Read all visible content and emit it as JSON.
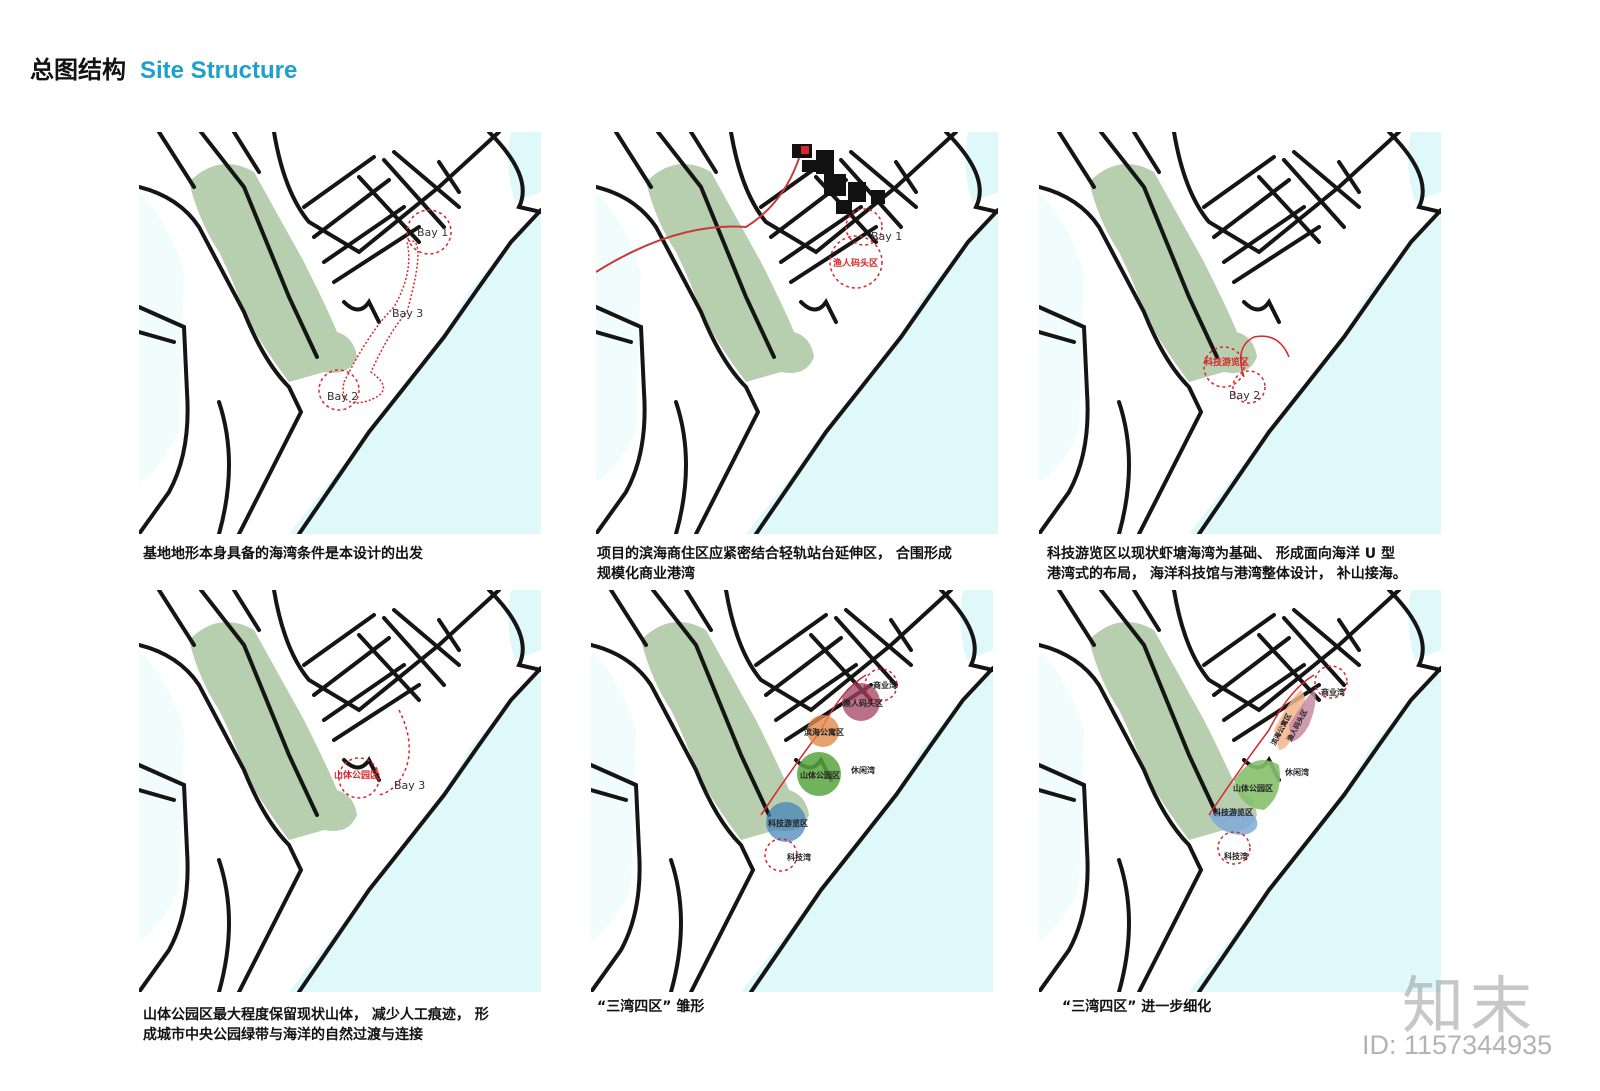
{
  "header": {
    "title_cn": "总图结构",
    "title_en": "Site Structure"
  },
  "panels": [
    {
      "caption": [
        "基地地形本身具备的海湾条件是本设计的出发"
      ],
      "labels": {
        "bay1": "Bay 1",
        "bay3": "Bay 3",
        "bay2": "Bay 2"
      }
    },
    {
      "caption": [
        "项目的滨海商住区应紧密结合轻轨站台延伸区， 合围形成",
        "规模化商业港湾"
      ],
      "labels": {
        "bay1": "Bay 1",
        "zone": "渔人码头区"
      }
    },
    {
      "caption": [
        "科技游览区以现状虾塘海湾为基础、 形成面向海洋 U 型",
        "港湾式的布局， 海洋科技馆与港湾整体设计， 补山接海。"
      ],
      "labels": {
        "zone": "科技游览区",
        "bay2": "Bay 2"
      }
    },
    {
      "caption": [
        "山体公园区最大程度保留现状山体， 减少人工痕迹， 形",
        "成城市中央公园绿带与海洋的自然过渡与连接"
      ],
      "labels": {
        "zone": "山体公园区",
        "bay3": "Bay 3"
      }
    },
    {
      "caption": [
        "“三湾四区” 雏形"
      ],
      "labels": {
        "shangye": "商业湾",
        "yuren": "渔人码头区",
        "binhai": "滨海公寓区",
        "xiuxian": "休闲湾",
        "shanti": "山体公园区",
        "keji_zone": "科技游览区",
        "keji_bay": "科技湾"
      }
    },
    {
      "caption": [
        "“三湾四区” 进一步细化"
      ],
      "labels": {
        "shangye": "商业湾",
        "binhai": "滨海公寓区",
        "yuren": "渔人码头区",
        "xiuxian": "休闲湾",
        "shanti": "山体公园区",
        "keji_zone": "科技游览区",
        "keji_bay": "科技湾"
      }
    }
  ],
  "colors": {
    "sea": "#dff8fa",
    "park": "#b7cfae",
    "road": "#151515",
    "accent": "#d8262c",
    "title_blue": "#1ea0cf"
  },
  "watermark": {
    "logo": "知末",
    "id": "ID: 1157344935"
  }
}
